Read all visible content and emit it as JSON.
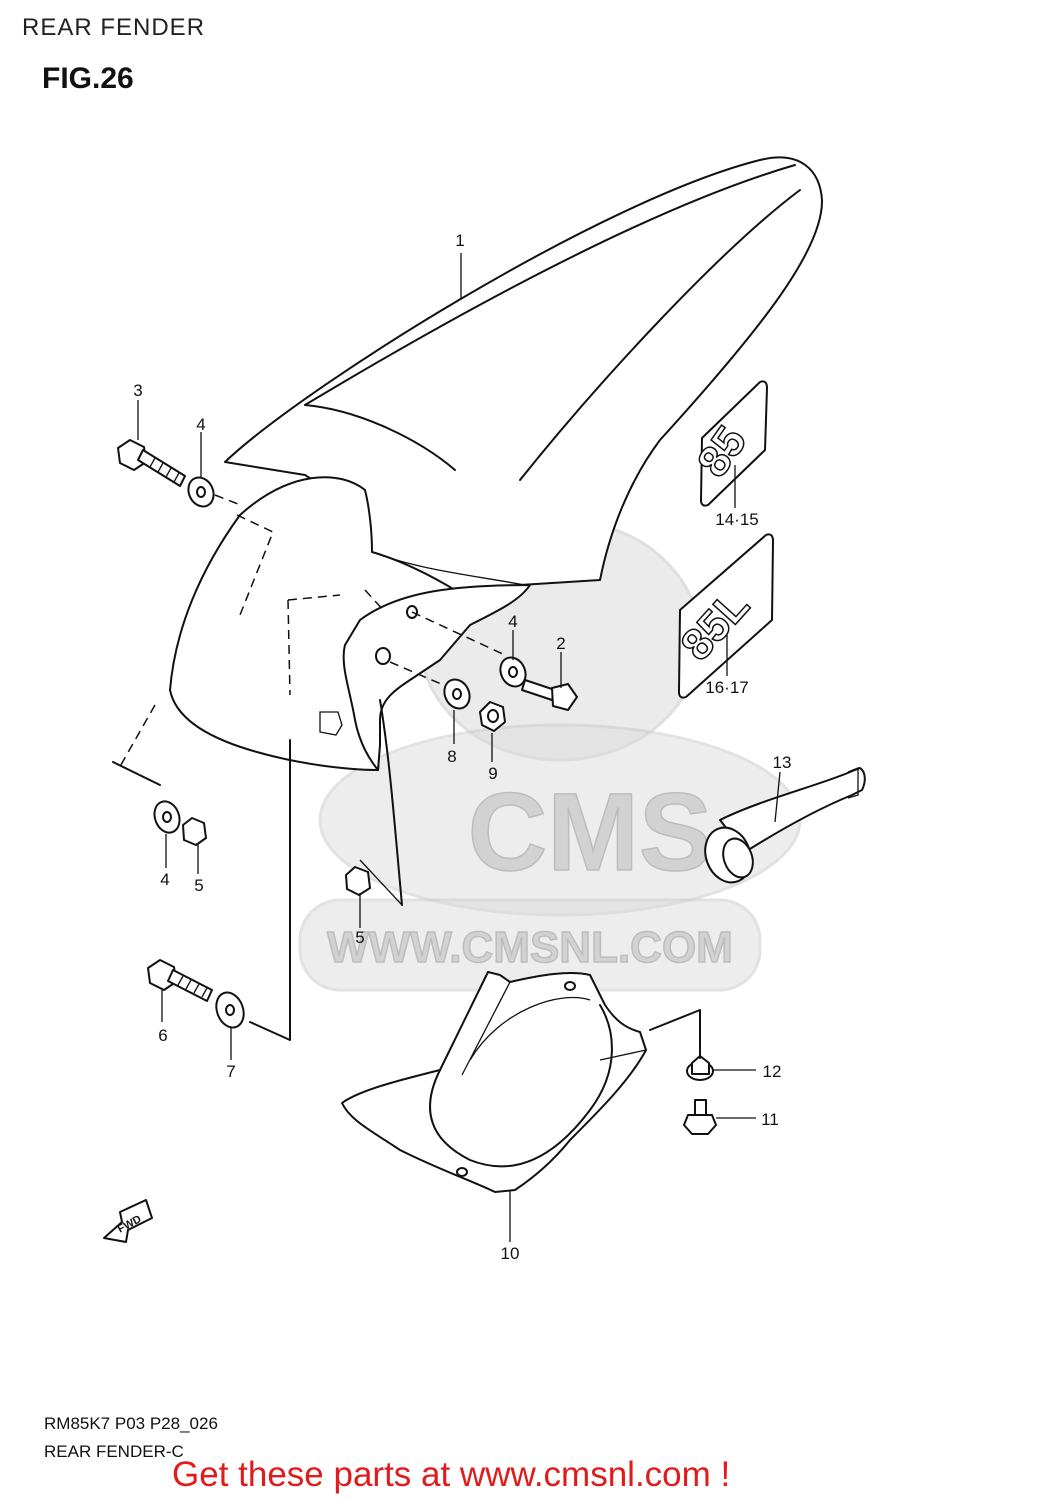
{
  "header": {
    "section_title": "REAR FENDER",
    "figure_number": "FIG.26"
  },
  "callouts": [
    {
      "label": "1"
    },
    {
      "label": "2"
    },
    {
      "label": "3"
    },
    {
      "label": "4"
    },
    {
      "label": "4"
    },
    {
      "label": "4"
    },
    {
      "label": "5"
    },
    {
      "label": "5"
    },
    {
      "label": "6"
    },
    {
      "label": "7"
    },
    {
      "label": "8"
    },
    {
      "label": "9"
    },
    {
      "label": "10"
    },
    {
      "label": "11"
    },
    {
      "label": "12"
    },
    {
      "label": "13"
    },
    {
      "label": "14·15"
    },
    {
      "label": "16·17"
    }
  ],
  "emblems": {
    "upper": "85",
    "lower": "85L"
  },
  "direction_arrow": "FWD",
  "watermark": {
    "brand": "CMS",
    "url": "WWW.CMSNL.COM"
  },
  "footer": {
    "diagram_code": "RM85K7 P03 P28_026",
    "diagram_title": "REAR FENDER-C"
  },
  "promo_text": "Get these parts at www.cmsnl.com !"
}
